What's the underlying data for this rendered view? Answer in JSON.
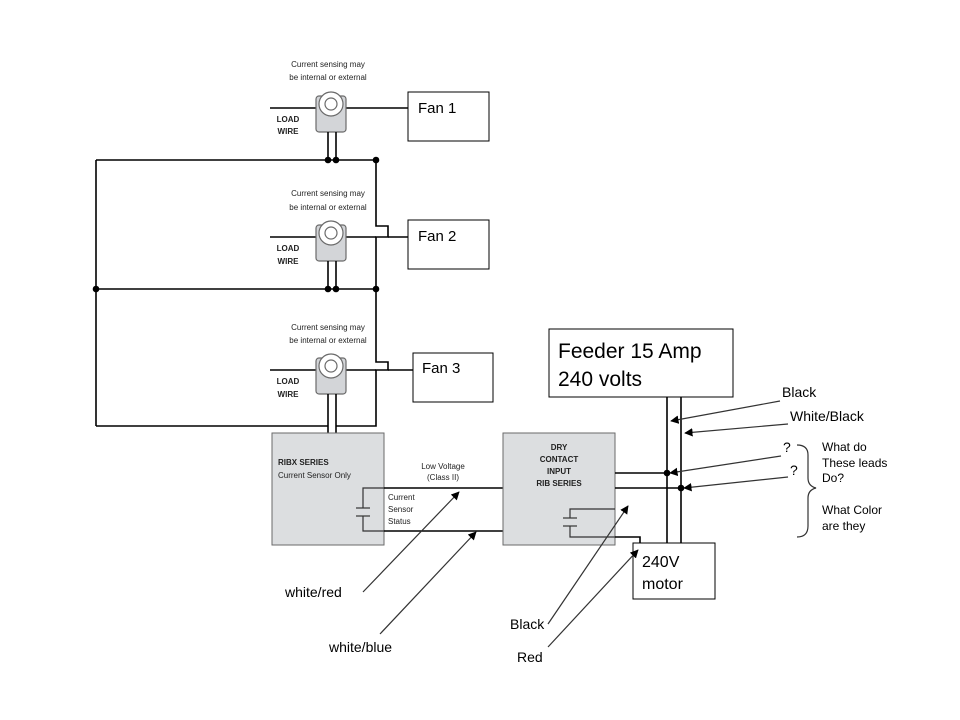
{
  "fans": [
    {
      "label": "Fan 1",
      "sensor_note_1": "Current sensing may",
      "sensor_note_2": "be internal or external",
      "load_1": "LOAD",
      "load_2": "WIRE"
    },
    {
      "label": "Fan 2",
      "sensor_note_1": "Current sensing may",
      "sensor_note_2": "be internal or external",
      "load_1": "LOAD",
      "load_2": "WIRE"
    },
    {
      "label": "Fan 3",
      "sensor_note_1": "Current sensing may",
      "sensor_note_2": "be internal or external",
      "load_1": "LOAD",
      "load_2": "WIRE"
    }
  ],
  "ribx": {
    "title": "RIBX SERIES",
    "subtitle": "Current Sensor Only",
    "status_1": "Current",
    "status_2": "Sensor",
    "status_3": "Status"
  },
  "low_voltage": {
    "line_1": "Low Voltage",
    "line_2": "(Class II)"
  },
  "dry_contact": {
    "line_1": "DRY",
    "line_2": "CONTACT",
    "line_3": "INPUT",
    "line_4": "RIB SERIES"
  },
  "feeder": {
    "line_1": "Feeder 15 Amp",
    "line_2": "240 volts"
  },
  "motor": {
    "line_1": "240V",
    "line_2": "motor"
  },
  "labels": {
    "black_top": "Black",
    "white_black": "White/Black",
    "q1": "?",
    "q2": "?",
    "white_red": "white/red",
    "white_blue": "white/blue",
    "black_bottom": "Black",
    "red": "Red"
  },
  "question": {
    "line_1": "What do",
    "line_2": "These leads",
    "line_3": "Do?",
    "line_4": "What Color",
    "line_5": "are they"
  }
}
